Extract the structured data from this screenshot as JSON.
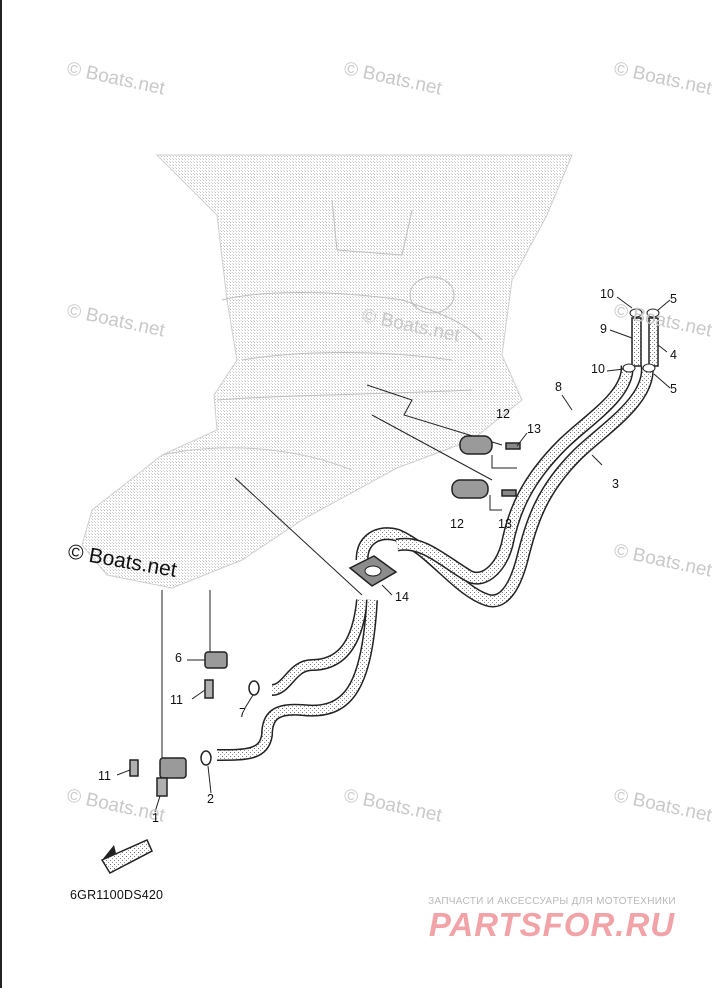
{
  "watermarks": [
    "© Boats.net",
    "© Boats.net",
    "© Boats.net",
    "© Boats.net",
    "© Boats.net",
    "© Boats.net",
    "© Boats.net",
    "© Boats.net",
    "© Boats.net",
    "© Boats.net",
    "© Boats.net"
  ],
  "callouts": [
    "10",
    "5",
    "9",
    "4",
    "10",
    "5",
    "8",
    "3",
    "12",
    "13",
    "12",
    "13",
    "14",
    "6",
    "11",
    "7",
    "11",
    "2",
    "1"
  ],
  "diagram_code": "6GR1100DS420",
  "brand": {
    "tagline": "ЗАПЧАСТИ И АКСЕССУАРЫ ДЛЯ МОТОТЕХНИКИ",
    "logo": "PARTSFOR.RU"
  },
  "colors": {
    "engine_hatch": "#d8d8d8",
    "watermark": "#c9c9c9",
    "brand": "#f2a3a8"
  }
}
